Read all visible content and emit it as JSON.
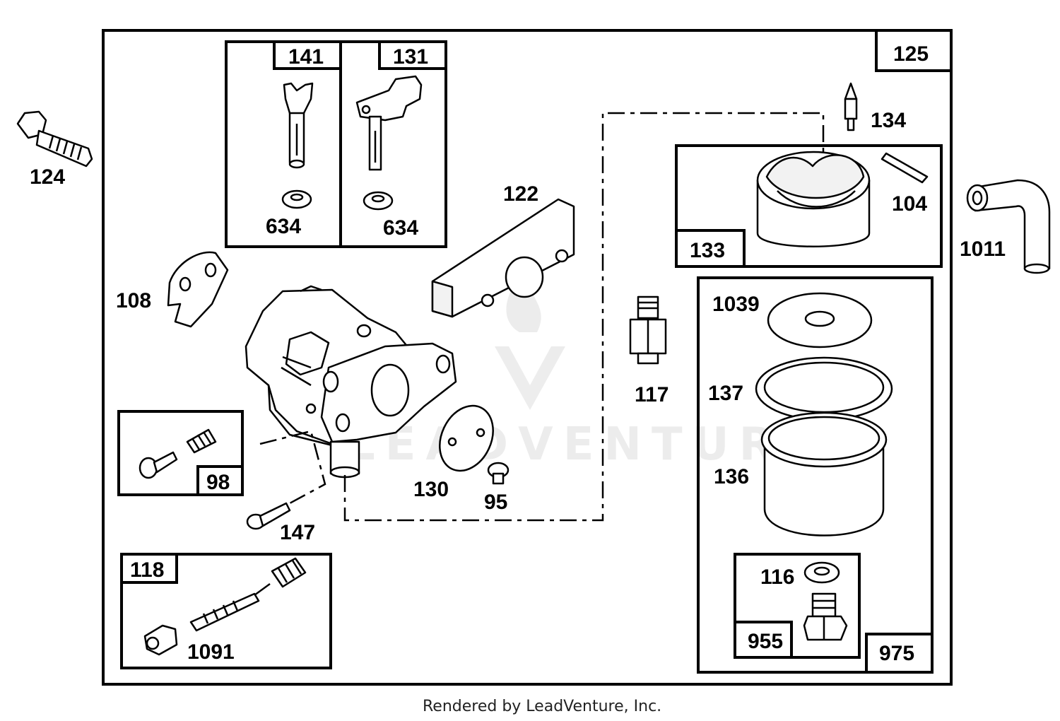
{
  "diagram": {
    "part_labels": {
      "p124": "124",
      "p634a": "634",
      "p634b": "634",
      "p122": "122",
      "p108": "108",
      "p134": "134",
      "p104": "104",
      "p1011": "1011",
      "p1039": "1039",
      "p117": "117",
      "p137": "137",
      "p136": "136",
      "p130": "130",
      "p95": "95",
      "p147": "147",
      "p1091": "1091",
      "p116": "116"
    },
    "box_labels": {
      "b141": "141",
      "b131": "131",
      "b125": "125",
      "b133": "133",
      "b98": "98",
      "b118": "118",
      "b955": "955",
      "b975": "975"
    },
    "watermark": "LEADVENTURE",
    "footer": "Rendered by LeadVenture, Inc."
  }
}
